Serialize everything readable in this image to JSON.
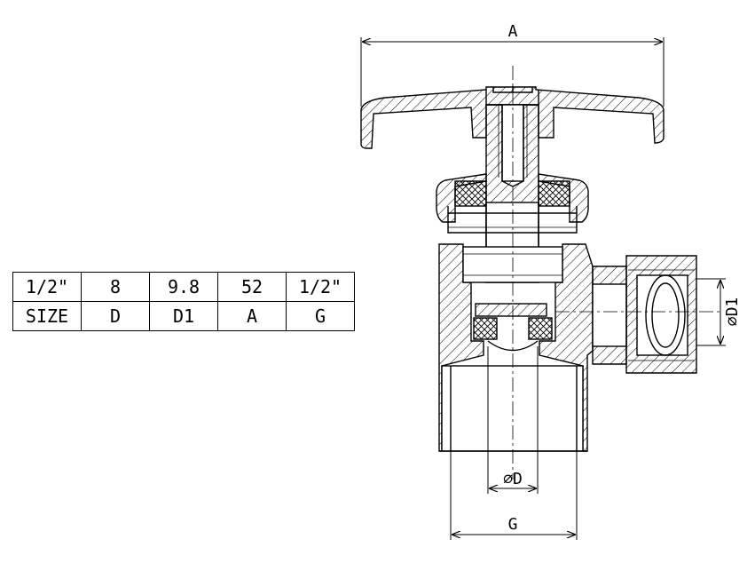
{
  "table": {
    "values": [
      "1/2\"",
      "8",
      "9.8",
      "52",
      "1/2\""
    ],
    "headers": [
      "SIZE",
      "D",
      "D1",
      "A",
      "G"
    ]
  },
  "dimensions": {
    "a": "A",
    "d1": "⌀D1",
    "d": "⌀D",
    "g": "G"
  },
  "colors": {
    "line": "#000000",
    "background": "#ffffff"
  }
}
